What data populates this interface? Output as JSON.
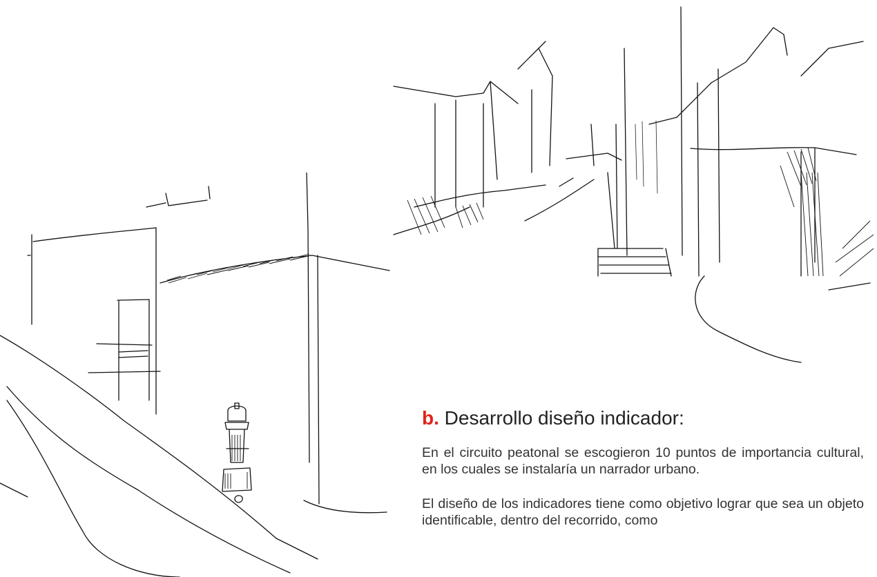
{
  "section": {
    "label": "b.",
    "title": "Desarrollo diseño indicador:",
    "label_color": "#e2231a"
  },
  "paragraphs": [
    "En el circuito peatonal se escogieron 10 puntos de importancia cultural, en los cuales se instalaría un narrador urbano.",
    "El diseño de los indicadores tiene como objetivo lograr que sea un objeto identificable, dentro del recorrido, como"
  ],
  "images": {
    "left": "sketch-street-corner-hydrant",
    "right": "sketch-street-perspective-stairs"
  }
}
